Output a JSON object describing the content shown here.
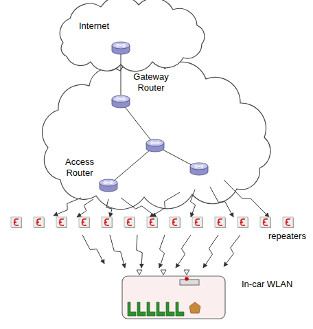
{
  "diagram": {
    "nodes": [
      {
        "text": [
          "Internet"
        ]
      },
      {
        "text": [
          "Gateway Router"
        ]
      },
      {
        "text": [
          "Access Router"
        ]
      }
    ],
    "edges": [
      {
        "from": 0,
        "to": 1,
        "arrow": "none"
      }
    ],
    "labels": [
      "repeaters",
      "In-car WLAN"
    ]
  }
}
